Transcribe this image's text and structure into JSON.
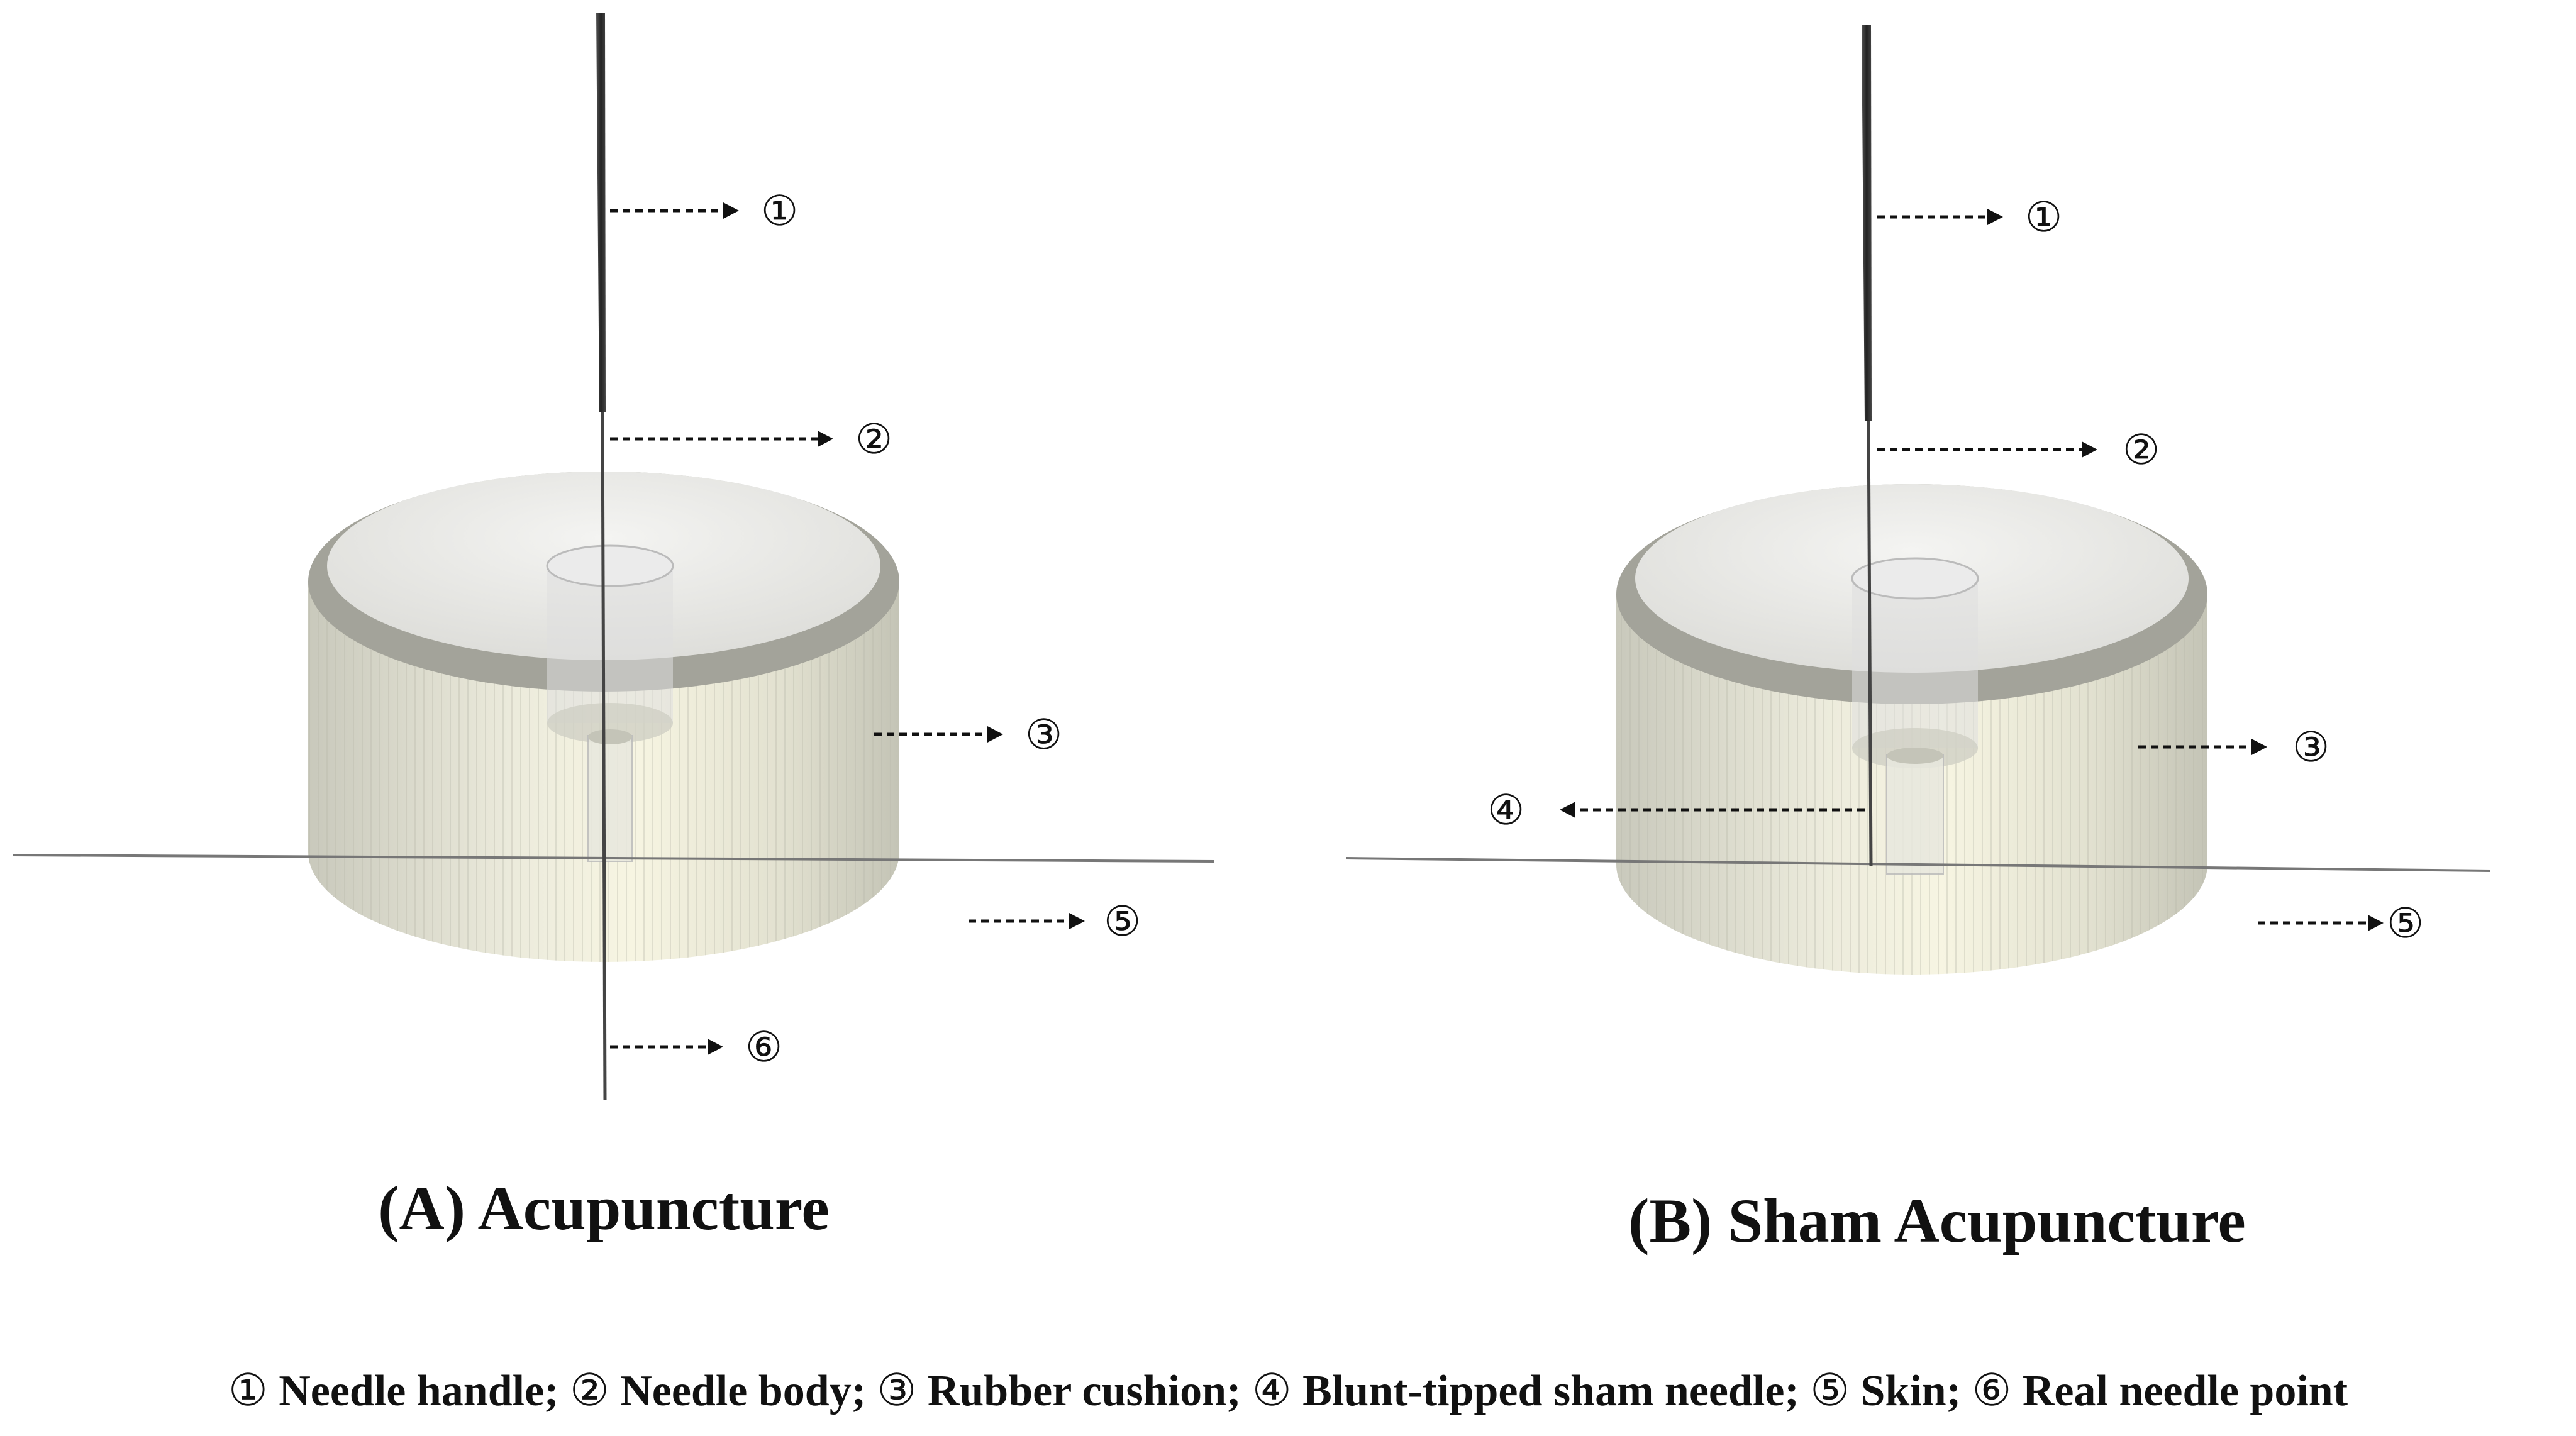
{
  "panel_a": {
    "title": "(A) Acupuncture",
    "markers": {
      "needle_handle": "①",
      "needle_body": "②",
      "rubber_cushion": "③",
      "skin": "⑤",
      "needle_point": "⑥"
    }
  },
  "panel_b": {
    "title": "(B) Sham Acupuncture",
    "markers": {
      "needle_handle": "①",
      "needle_body": "②",
      "rubber_cushion": "③",
      "sham_needle": "④",
      "skin": "⑤"
    }
  },
  "legend": {
    "items": [
      {
        "num": "①",
        "label": "Needle handle;"
      },
      {
        "num": "②",
        "label": "Needle body;"
      },
      {
        "num": "③",
        "label": "Rubber cushion;"
      },
      {
        "num": "④",
        "label": "Blunt-tipped sham needle;"
      },
      {
        "num": "⑤",
        "label": "Skin;"
      },
      {
        "num": "⑥",
        "label": "Real needle point"
      }
    ]
  },
  "colors": {
    "cushion_side": "#e6e6d2",
    "cushion_top": "#ececec",
    "rim": "#9a9a92",
    "needle_handle": "#333333",
    "skin_line": "#777777"
  }
}
